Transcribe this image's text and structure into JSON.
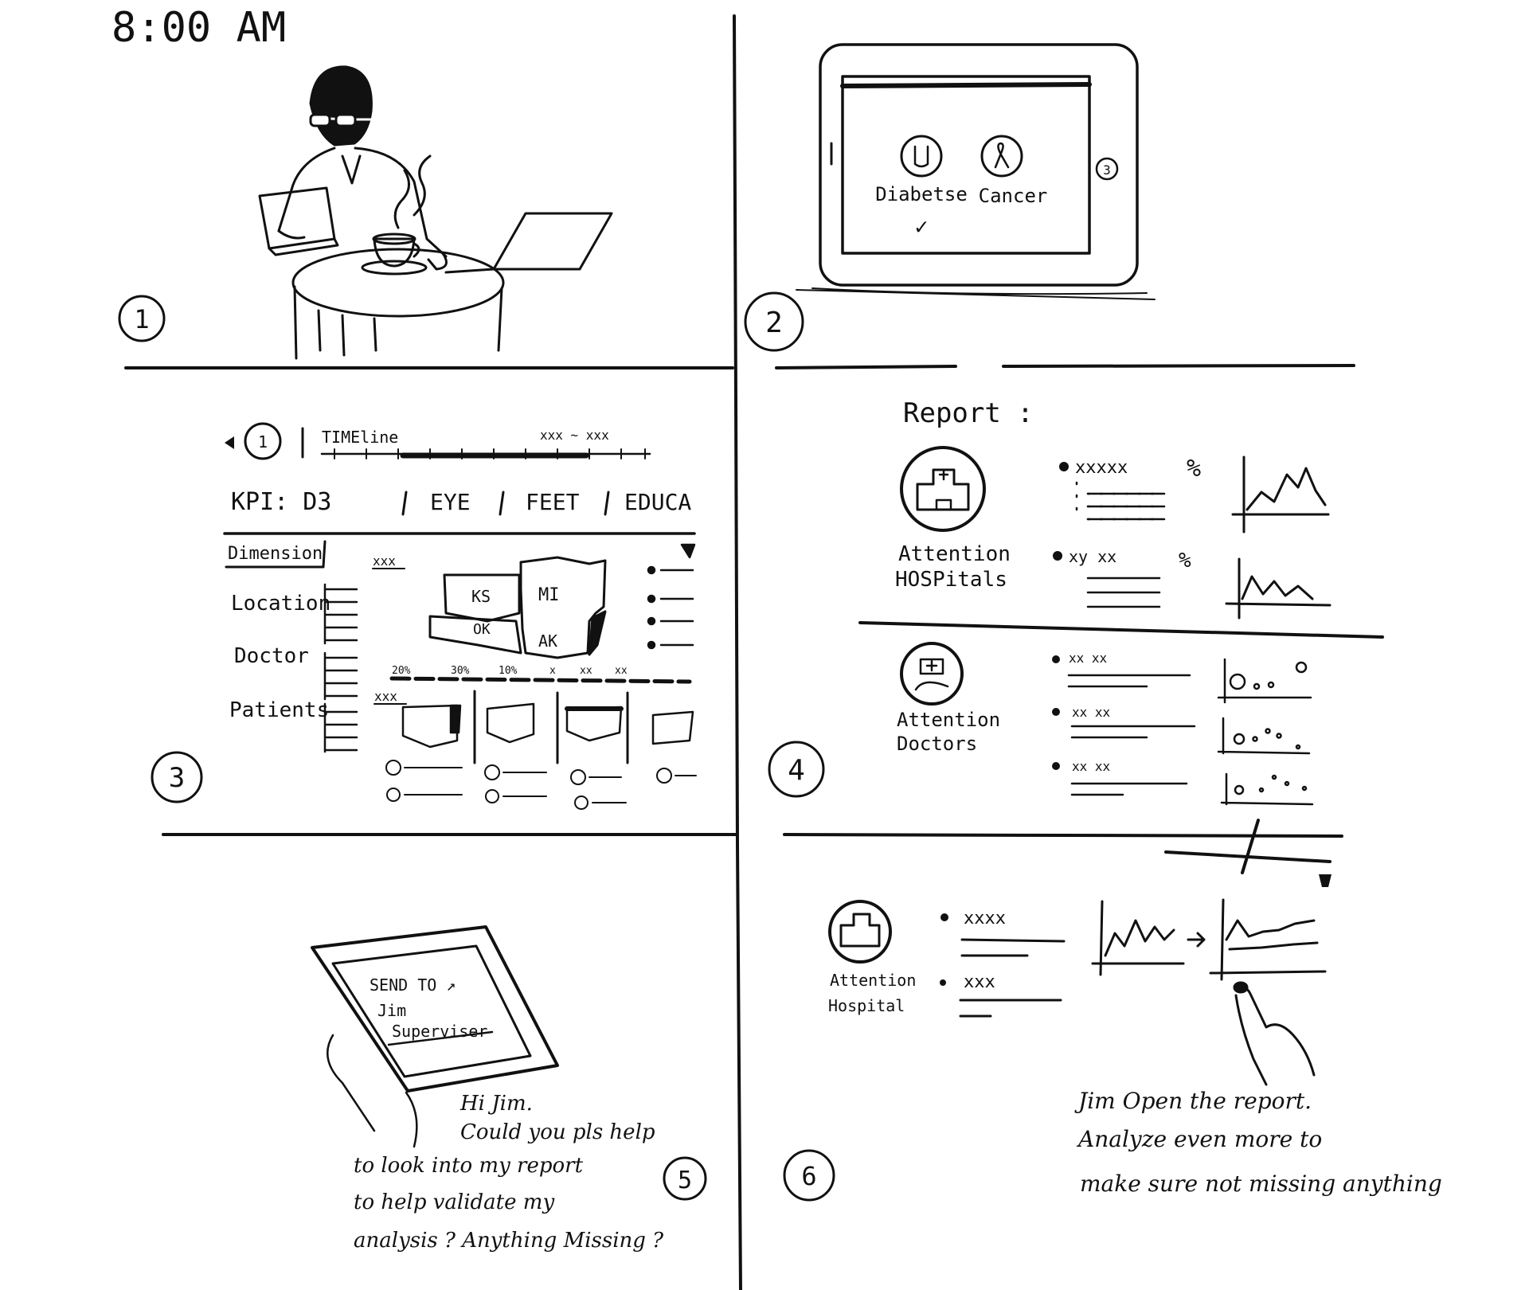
{
  "time": "8:00 AM",
  "panel_numbers": [
    "1",
    "2",
    "3",
    "4",
    "5",
    "6"
  ],
  "panel2": {
    "options": [
      "Diabetse",
      "Cancer"
    ],
    "checkmark": "✓",
    "right_marker": "3"
  },
  "panel3": {
    "badge": "1",
    "timeline_label": "TIMEline",
    "timeline_range": "xxx ~ xxx",
    "kpi_label": "KPI: D3",
    "kpi_tabs": [
      "EYE",
      "FEET",
      "EDUCA"
    ],
    "dimension_label": "Dimension",
    "dimension_items": [
      "Location",
      "Doctor",
      "Patients"
    ],
    "map_header": "xxx",
    "states": [
      "KS",
      "MI",
      "OK",
      "AK"
    ],
    "percent_labels": [
      "20%",
      "30%",
      "10%",
      "x",
      "xx",
      "xx"
    ],
    "lower_header": "xxx"
  },
  "panel4": {
    "title": "Report :",
    "hospitals_label_1": "Attention",
    "hospitals_label_2": "HOSPitals",
    "hospital_metric_1": "xxxxx",
    "hospital_metric_2": "xy xx",
    "percent": "%",
    "doctors_label_1": "Attention",
    "doctors_label_2": "Doctors",
    "doctor_metrics": [
      "xx xx",
      "xx xx",
      "xx xx"
    ]
  },
  "panel5": {
    "tablet_lines": [
      "SEND TO ↗",
      "Jim",
      "Superviser"
    ],
    "message": [
      "Hi Jim.",
      "Could you pls help",
      "to look into my report",
      "to help validate my",
      "analysis ? Anything Missing ?"
    ]
  },
  "panel6": {
    "label_1": "Attention",
    "label_2": "Hospital",
    "metric_1": "xxxx",
    "metric_2": "xxx",
    "caption": [
      "Jim Open the report.",
      "Analyze even more to",
      "make sure not missing anything"
    ]
  }
}
